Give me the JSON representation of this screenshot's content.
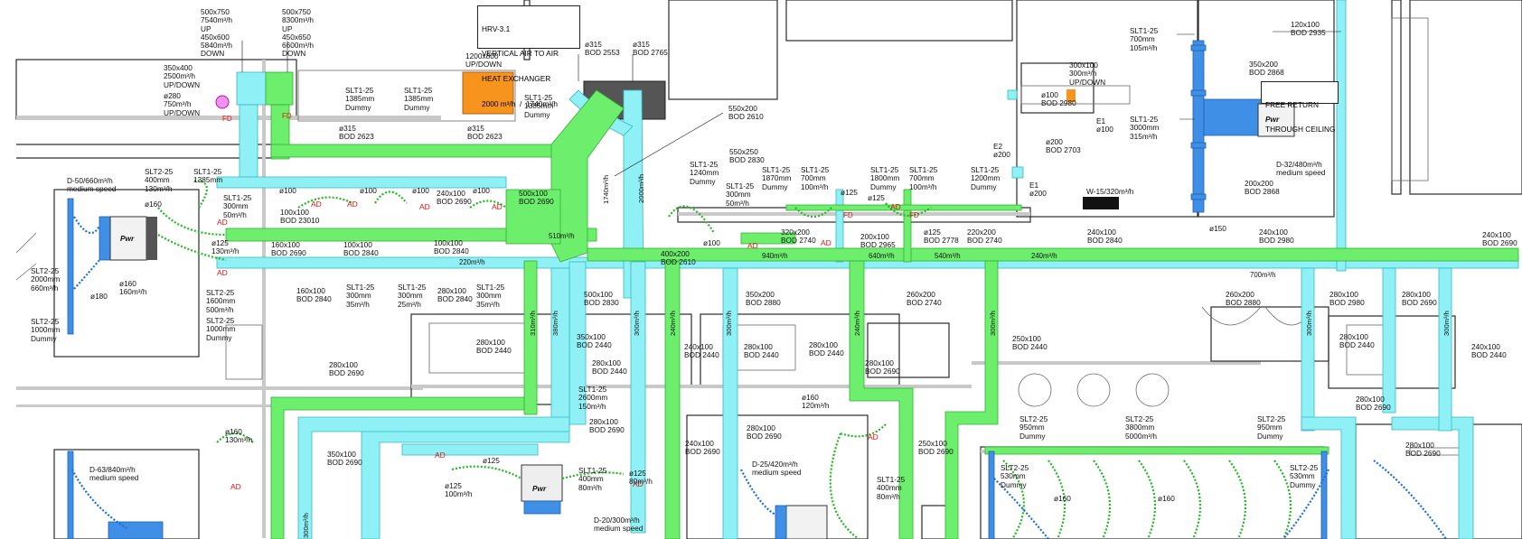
{
  "colors": {
    "supply": "#6dee6d",
    "extract": "#8ff0f5",
    "unit": "#3f8fe6",
    "orange": "#f7941d",
    "annotation_red": "#e01515"
  },
  "hrv_box": {
    "line1": "HRV-3.1",
    "line2": "VERTICAL AIR TO AIR",
    "line3": "HEAT EXCHANGER",
    "line4": "2000 m³/h  /  1740m³/h"
  },
  "free_return": {
    "line1": "FREE RETURN",
    "line2": "THROUGH CEILING"
  },
  "w15": "W-15/320m³/h",
  "brand": "Pwr",
  "labels": {
    "l01": "500x750\n7540m³/h\nUP\n450x600\n5840m³/h\nDOWN",
    "l02": "500x750\n8300m³/h\nUP\n450x650\n6600m³/h\nDOWN",
    "l03": "350x400\n2500m³/h\nUP/DOWN",
    "l04": "ø280\n750m³/h\nUP/DOWN",
    "l05": "1200x800\nUP/DOWN",
    "l06": "SLT1-25\n1385mm\nDummy",
    "l07": "SLT1-25\n1385mm\nDummy",
    "l08": "SLT1-25\n1385mm\nDummy",
    "l09": "ø315\nBOD 2553",
    "l10": "ø315\nBOD 2765",
    "l11": "ø315\nBOD 2623",
    "l12": "ø315\nBOD 2623",
    "l13": "550x200\nBOD 2610",
    "l14": "550x250\nBOD 2830",
    "l15": "SLT1-25\n1240mm\nDummy",
    "l16": "SLT1-25\n300mm\n50m³/h",
    "l17": "SLT1-25\n1870mm\nDummy",
    "l18": "SLT1-25\n700mm\n100m³/h",
    "l19": "SLT1-25\n1800mm\nDummy",
    "l20": "SLT1-25\n700mm\n100m³/h",
    "l21": "SLT1-25\n1200mm\nDummy",
    "l22": "ø125",
    "l23": "ø125",
    "l24": "300x100\n300m³/h\nUP/DOWN",
    "l25": "ø100\nBOD 2980",
    "l26": "E1\nø100",
    "l27": "E2\nø200",
    "l28": "ø200\nBOD 2703",
    "l29": "E1\nø200",
    "l30": "SLT1-25\n700mm\n105m³/h",
    "l31": "350x200\nBOD 2868",
    "l32": "SLT1-25\n3000mm\n315m³/h",
    "l33": "D-32/480m³/h\nmedium speed",
    "l34": "200x200\nBOD 2868",
    "l35": "ø150",
    "l36": "120x100\nBOD 2935",
    "l37": "D-50/660m³/h\nmedium speed",
    "l38": "SLT2-25\n400mm\n130m³/h",
    "l39": "SLT1-25\n1385mm",
    "l40": "ø160",
    "l41": "SLT1-25\n300mm\n50m³/h",
    "l42": "ø100",
    "l43": "ø100",
    "l44": "ø100",
    "l45": "ø100",
    "l46": "100x100\nBOD 23010",
    "l47": "240x100\nBOD 2690",
    "l48": "500x100\nBOD 2690",
    "l49": "ø125\n130m³/h",
    "l50": "160x100\nBOD 2690",
    "l51": "100x100\nBOD 2840",
    "l52": "100x100\nBOD 2840",
    "l53": "ø160\n160m³/h",
    "l54": "ø180",
    "l55": "SLT2-25\n2000mm\n660m³/h",
    "l56": "SLT2-25\n1600mm\n500m³/h",
    "l57": "SLT2-25\n1000mm\nDummy",
    "l58": "SLT2-25\n1000mm\nDummy",
    "l59": "160x100\nBOD 2840",
    "l60": "SLT1-25\n300mm\n35m³/h",
    "l61": "SLT1-25\n300mm\n25m³/h",
    "l62": "280x100\nBOD 2840",
    "l63": "SLT1-25\n300mm\n35m³/h",
    "l64": "500x100\nBOD 2830",
    "l65": "400x200\nBOD 2610",
    "l66": "ø100",
    "l67": "320x200\nBOD 2740",
    "l68": "200x100\nBOD 2965",
    "l69": "ø125\nBOD 2778",
    "l70": "220x200\nBOD 2740",
    "l71": "240x100\nBOD 2840",
    "l72": "240x100\nBOD 2980",
    "l73": "240x100\nBOD 2690",
    "l74": "350x200\nBOD 2880",
    "l75": "260x200\nBOD 2740",
    "l76": "260x200\nBOD 2880",
    "l77": "280x100\nBOD 2980",
    "l78": "280x100\nBOD 2690",
    "l79": "280x100\nBOD 2440",
    "l80": "350x100\nBOD 2440",
    "l81": "280x100\nBOD 2440",
    "l82": "240x100\nBOD 2440",
    "l83": "280x100\nBOD 2440",
    "l84": "280x100\nBOD 2440",
    "l85": "280x100\nBOD 2690",
    "l86": "250x100\nBOD 2440",
    "l87": "280x100\nBOD 2440",
    "l88": "240x100\nBOD 2440",
    "l89": "280x100\nBOD 2690",
    "l90": "SLT1-25\n2600mm\n150m³/h",
    "l91": "280x100\nBOD 2690",
    "l92": "ø160\n120m³/h",
    "l93": "ø160\n130m³/h",
    "l94": "350x100\nBOD 2690",
    "l95": "280x100\nBOD 2690",
    "l96": "240x100\nBOD 2690",
    "l97": "D-63/840m³/h\nmedium speed",
    "l98": "ø125",
    "l99": "ø125\n100m³/h",
    "l100": "SLT1-25\n400mm\n80m³/h",
    "l101": "ø125\n80m³/h",
    "l102": "D-20/300m³/h\nmedium speed",
    "l103": "D-25/420m³/h\nmedium speed",
    "l104": "SLT1-25\n400mm\n80m³/h",
    "l105": "250x100\nBOD 2690",
    "l106": "SLT2-25\n950mm\nDummy",
    "l107": "SLT2-25\n3800mm\n5000m³/h",
    "l108": "SLT2-25\n950mm\nDummy",
    "l109": "SLT2-25\n530mm\nDummy",
    "l110": "SLT2-25\n530mm\nDummy",
    "l111": "ø160",
    "l112": "ø160",
    "l113": "280x100\nBOD 2690",
    "l114": "280x100\nBOD 2690"
  },
  "flows_h": {
    "f1": "510m³/h",
    "f2": "220m³/h",
    "f3": "940m³/h",
    "f4": "640m³/h",
    "f5": "540m³/h",
    "f6": "240m³/h",
    "f7": "700m³/h"
  },
  "flows_v": {
    "v1": "1740m³/h",
    "v2": "2000m³/h",
    "v3": "310m³/h",
    "v4": "380m³/h",
    "v5": "300m³/h",
    "v6": "240m³/h",
    "v7": "300m³/h",
    "v8": "240m³/h",
    "v9": "300m³/h",
    "v10": "300m³/h",
    "v11": "300m³/h",
    "v12": "300m³/h"
  },
  "ad_tag": "AD",
  "fd_tag": "FD"
}
